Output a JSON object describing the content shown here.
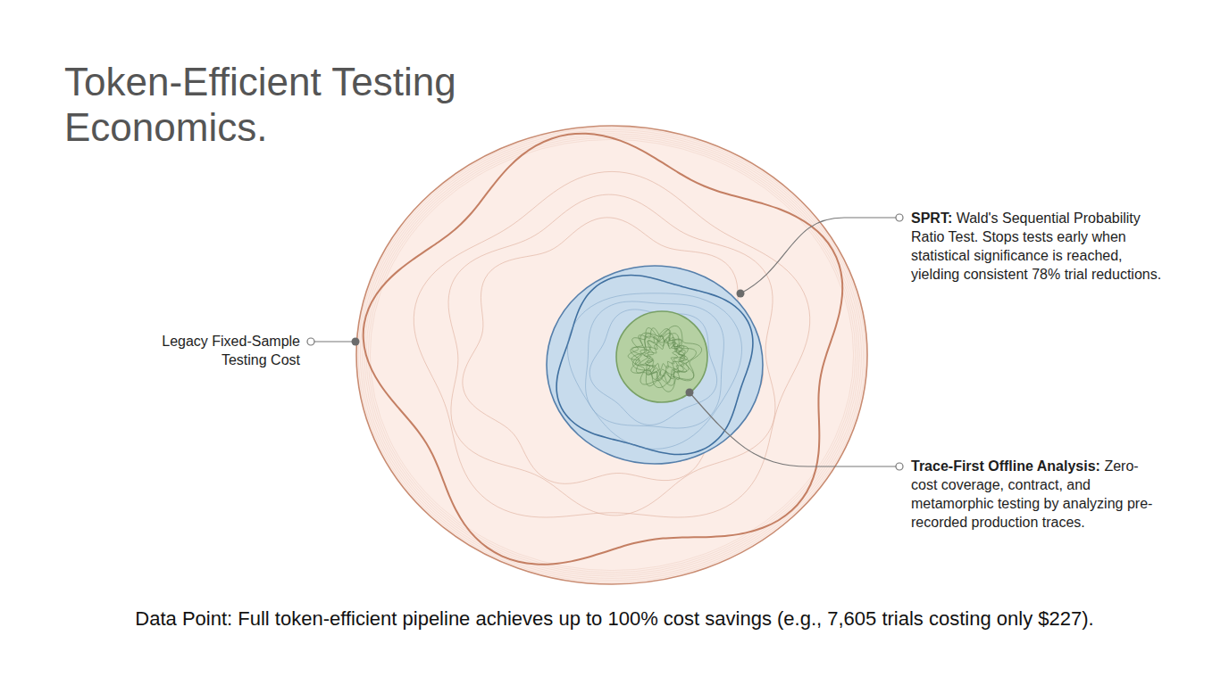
{
  "diagram": {
    "title": "Token-Efficient Testing Economics.",
    "caption": "Data Point: Full token-efficient pipeline achieves up to 100% cost savings (e.g., 7,605 trials costing only $227).",
    "nodes": [
      {
        "text": [
          "Legacy Fixed-Sample Testing Cost"
        ]
      },
      {
        "text": [
          "SPRT:",
          "Wald's Sequential Probability Ratio Test. Stops tests early when statistical significance is reached, yielding consistent 78% trial reductions."
        ],
        "in": 0
      },
      {
        "text": [
          "Trace-First Offline Analysis:",
          "Zero-cost coverage, contract, and metamorphic testing by analyzing pre-recorded production traces."
        ],
        "in": 1
      }
    ]
  }
}
